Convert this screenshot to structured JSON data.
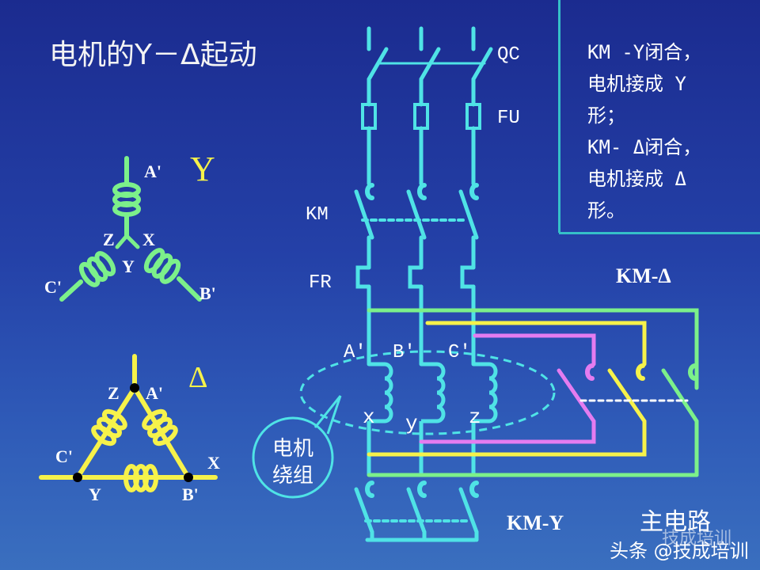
{
  "title": "电机的Y－Δ起动",
  "y_diagram": {
    "symbol": "Y",
    "a": "A'",
    "b": "B'",
    "c": "C'",
    "z": "Z",
    "x": "X",
    "y": "Y"
  },
  "delta_diagram": {
    "symbol": "Δ",
    "z": "Z",
    "a": "A'",
    "c": "C'",
    "x": "X",
    "y": "Y",
    "b": "B'"
  },
  "circuit": {
    "qc": "QC",
    "fu": "FU",
    "km": "KM",
    "fr": "FR",
    "a": "A'",
    "b": "B'",
    "c": "C'",
    "x": "x",
    "y": "y",
    "z": "z",
    "km_delta": "KM-Δ",
    "km_y": "KM-Y",
    "bubble_line1": "电机",
    "bubble_line2": "绕组"
  },
  "info": {
    "line1": "KM -Y闭合，",
    "line2": "电机接成 Y",
    "line3": "形；",
    "line4": "KM- Δ闭合，",
    "line5": "电机接成 Δ",
    "line6": "形。"
  },
  "footer": {
    "main_circuit": "主电路",
    "watermark_faint": "技成培训",
    "watermark": "头条 @技成培训"
  },
  "colors": {
    "background": "#2441a8",
    "coil_green": "#7cf08a",
    "coil_yellow": "#f6f24a",
    "wire_cyan": "#4fe3e6",
    "wire_magenta": "#e47cf0"
  }
}
